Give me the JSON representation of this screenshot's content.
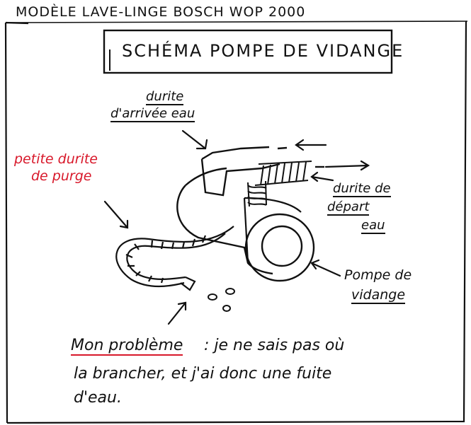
{
  "header": {
    "model": "MODÈLE LAVE-LINGE BOSCH WOP 2000"
  },
  "title": {
    "text": "SCHÉMA POMPE DE VIDANGE"
  },
  "labels": {
    "inlet_line1": "durite",
    "inlet_line2": "d'arrivée eau",
    "purge_line1": "petite durite",
    "purge_line2": "de purge",
    "outlet_line1": "durite de",
    "outlet_line2": "départ",
    "outlet_line3": "eau",
    "pump_line1": "Pompe de",
    "pump_line2": "vidange"
  },
  "note": {
    "heading": "Mon problème",
    "line1": ": je ne sais pas où",
    "line2": "la brancher, et j'ai donc une fuite",
    "line3": "d'eau."
  },
  "colors": {
    "ink": "#111111",
    "red": "#d8182a",
    "background": "#ffffff"
  }
}
